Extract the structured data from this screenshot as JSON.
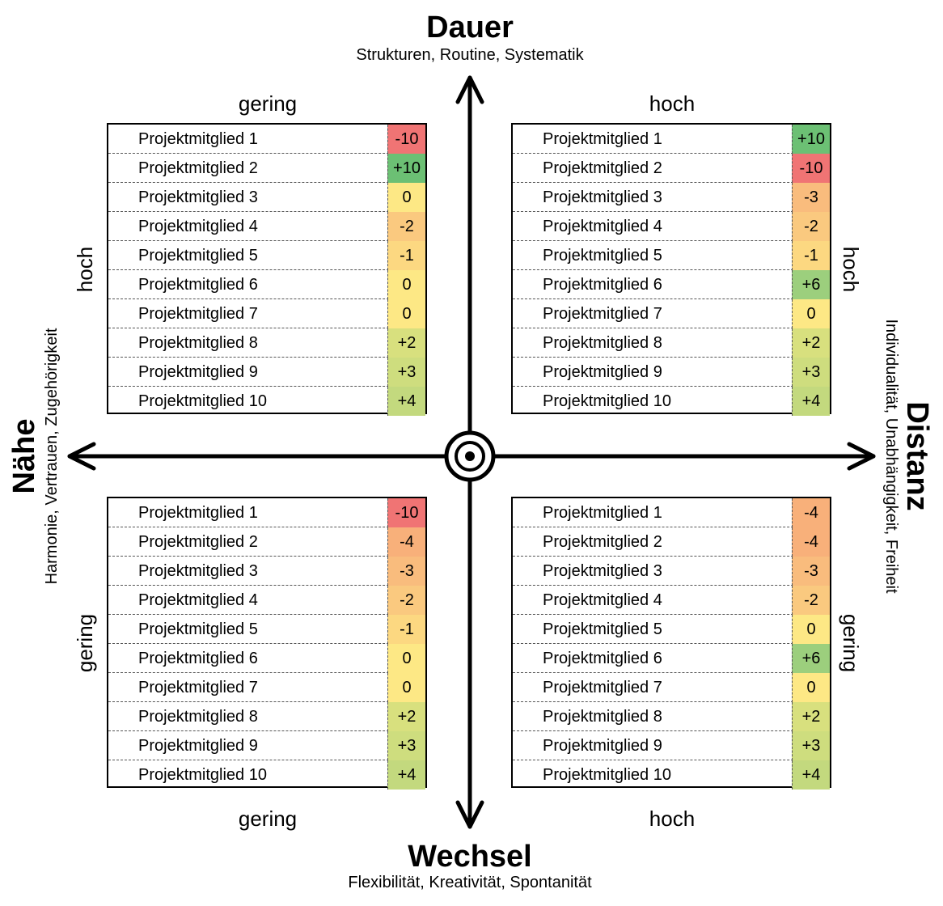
{
  "axes": {
    "top": {
      "title": "Dauer",
      "subtitle": "Strukturen, Routine, Systematik"
    },
    "bottom": {
      "title": "Wechsel",
      "subtitle": "Flexibilität, Kreativität, Spontanität"
    },
    "left": {
      "title": "Nähe",
      "subtitle": "Harmonie, Vertrauen, Zugehörigkeit"
    },
    "right": {
      "title": "Distanz",
      "subtitle": "Individualität, Unabhängigkeit, Freiheit"
    }
  },
  "levels": {
    "top_left": "gering",
    "top_right": "hoch",
    "bottom_left": "gering",
    "bottom_right": "hoch",
    "left_upper": "hoch",
    "left_lower": "gering",
    "right_upper": "hoch",
    "right_lower": "gering"
  },
  "quadrants": {
    "top_left": {
      "rows": [
        {
          "name": "Projektmitglied 1",
          "value": "-10"
        },
        {
          "name": "Projektmitglied 2",
          "value": "+10"
        },
        {
          "name": "Projektmitglied 3",
          "value": "0"
        },
        {
          "name": "Projektmitglied 4",
          "value": "-2"
        },
        {
          "name": "Projektmitglied 5",
          "value": "-1"
        },
        {
          "name": "Projektmitglied 6",
          "value": "0"
        },
        {
          "name": "Projektmitglied 7",
          "value": "0"
        },
        {
          "name": "Projektmitglied 8",
          "value": "+2"
        },
        {
          "name": "Projektmitglied 9",
          "value": "+3"
        },
        {
          "name": "Projektmitglied 10",
          "value": "+4"
        }
      ]
    },
    "top_right": {
      "rows": [
        {
          "name": "Projektmitglied 1",
          "value": "+10"
        },
        {
          "name": "Projektmitglied 2",
          "value": "-10"
        },
        {
          "name": "Projektmitglied 3",
          "value": "-3"
        },
        {
          "name": "Projektmitglied 4",
          "value": "-2"
        },
        {
          "name": "Projektmitglied 5",
          "value": "-1"
        },
        {
          "name": "Projektmitglied 6",
          "value": "+6"
        },
        {
          "name": "Projektmitglied 7",
          "value": "0"
        },
        {
          "name": "Projektmitglied 8",
          "value": "+2"
        },
        {
          "name": "Projektmitglied 9",
          "value": "+3"
        },
        {
          "name": "Projektmitglied 10",
          "value": "+4"
        }
      ]
    },
    "bottom_left": {
      "rows": [
        {
          "name": "Projektmitglied 1",
          "value": "-10"
        },
        {
          "name": "Projektmitglied 2",
          "value": "-4"
        },
        {
          "name": "Projektmitglied 3",
          "value": "-3"
        },
        {
          "name": "Projektmitglied 4",
          "value": "-2"
        },
        {
          "name": "Projektmitglied 5",
          "value": "-1"
        },
        {
          "name": "Projektmitglied 6",
          "value": "0"
        },
        {
          "name": "Projektmitglied 7",
          "value": "0"
        },
        {
          "name": "Projektmitglied 8",
          "value": "+2"
        },
        {
          "name": "Projektmitglied 9",
          "value": "+3"
        },
        {
          "name": "Projektmitglied 10",
          "value": "+4"
        }
      ]
    },
    "bottom_right": {
      "rows": [
        {
          "name": "Projektmitglied 1",
          "value": "-4"
        },
        {
          "name": "Projektmitglied 2",
          "value": "-4"
        },
        {
          "name": "Projektmitglied 3",
          "value": "-3"
        },
        {
          "name": "Projektmitglied 4",
          "value": "-2"
        },
        {
          "name": "Projektmitglied 5",
          "value": "0"
        },
        {
          "name": "Projektmitglied 6",
          "value": "+6"
        },
        {
          "name": "Projektmitglied 7",
          "value": "0"
        },
        {
          "name": "Projektmitglied 8",
          "value": "+2"
        },
        {
          "name": "Projektmitglied 9",
          "value": "+3"
        },
        {
          "name": "Projektmitglied 10",
          "value": "+4"
        }
      ]
    }
  },
  "value_colors": {
    "-10": "#f07474",
    "-4": "#f8b07a",
    "-3": "#f9bc7d",
    "-2": "#fac97f",
    "-1": "#fcd881",
    "0": "#fde885",
    "+2": "#d8e07e",
    "+3": "#cedd7e",
    "+4": "#c3d97e",
    "+6": "#9ccf7d",
    "+10": "#6cc074"
  }
}
